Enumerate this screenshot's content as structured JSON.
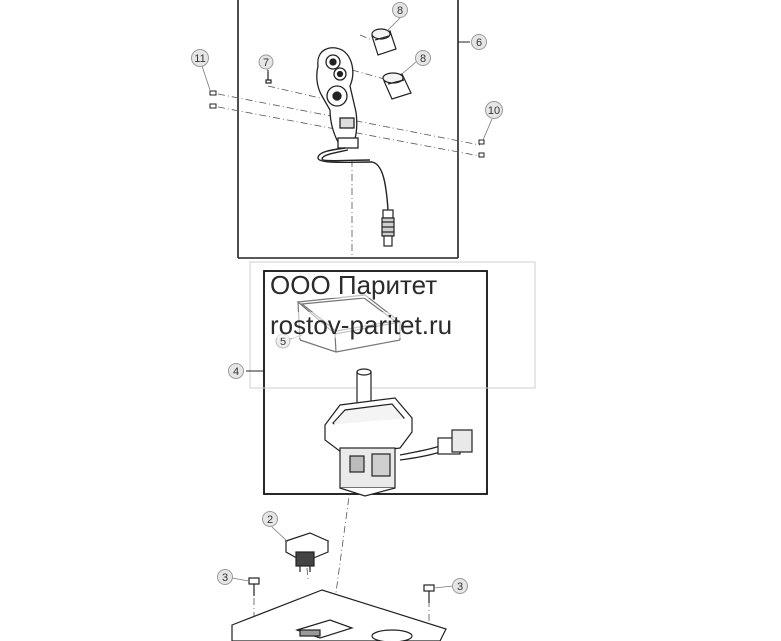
{
  "watermark": {
    "company": "ООО Паритет",
    "site": "rostov-paritet.ru"
  },
  "callouts": {
    "c2": "2",
    "c3a": "3",
    "c3b": "3",
    "c4": "4",
    "c5": "5",
    "c6": "6",
    "c7": "7",
    "c8a": "8",
    "c8b": "8",
    "c10": "10",
    "c11": "11"
  },
  "colors": {
    "line": "#222222",
    "callout_fill": "#e6e6e6",
    "callout_stroke": "#9a9a9a",
    "frame_upper": "#8a8a8a",
    "frame_lower": "#111111"
  }
}
